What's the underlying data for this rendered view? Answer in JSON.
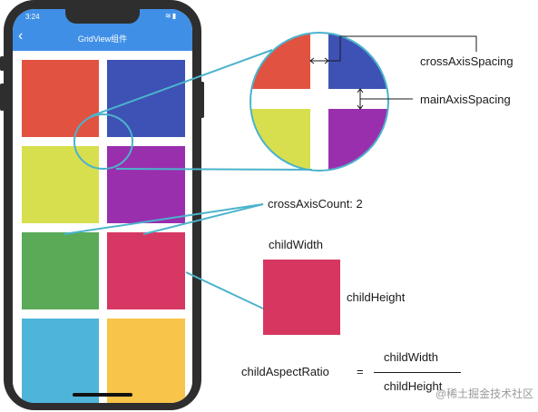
{
  "phone": {
    "status_time": "3:24",
    "app_title": "GridView组件",
    "back_icon": "back-arrow-icon",
    "grid_colors": [
      "#e25241",
      "#3e51b5",
      "#d7df4f",
      "#9a2fae",
      "#5aaa58",
      "#d73863",
      "#4fb4d9",
      "#f8c449"
    ]
  },
  "labels": {
    "cross_axis_spacing": "crossAxisSpacing",
    "main_axis_spacing": "mainAxisSpacing",
    "cross_axis_count": "crossAxisCount: 2",
    "child_width": "childWidth",
    "child_height": "childHeight",
    "child_aspect_ratio": "childAspectRatio",
    "equals": "=",
    "numerator": "childWidth",
    "denominator": "childHeight"
  },
  "colors": {
    "accent_line": "#4bb3cc",
    "pink": "#d63760"
  },
  "watermark": "@稀土掘金技术社区"
}
